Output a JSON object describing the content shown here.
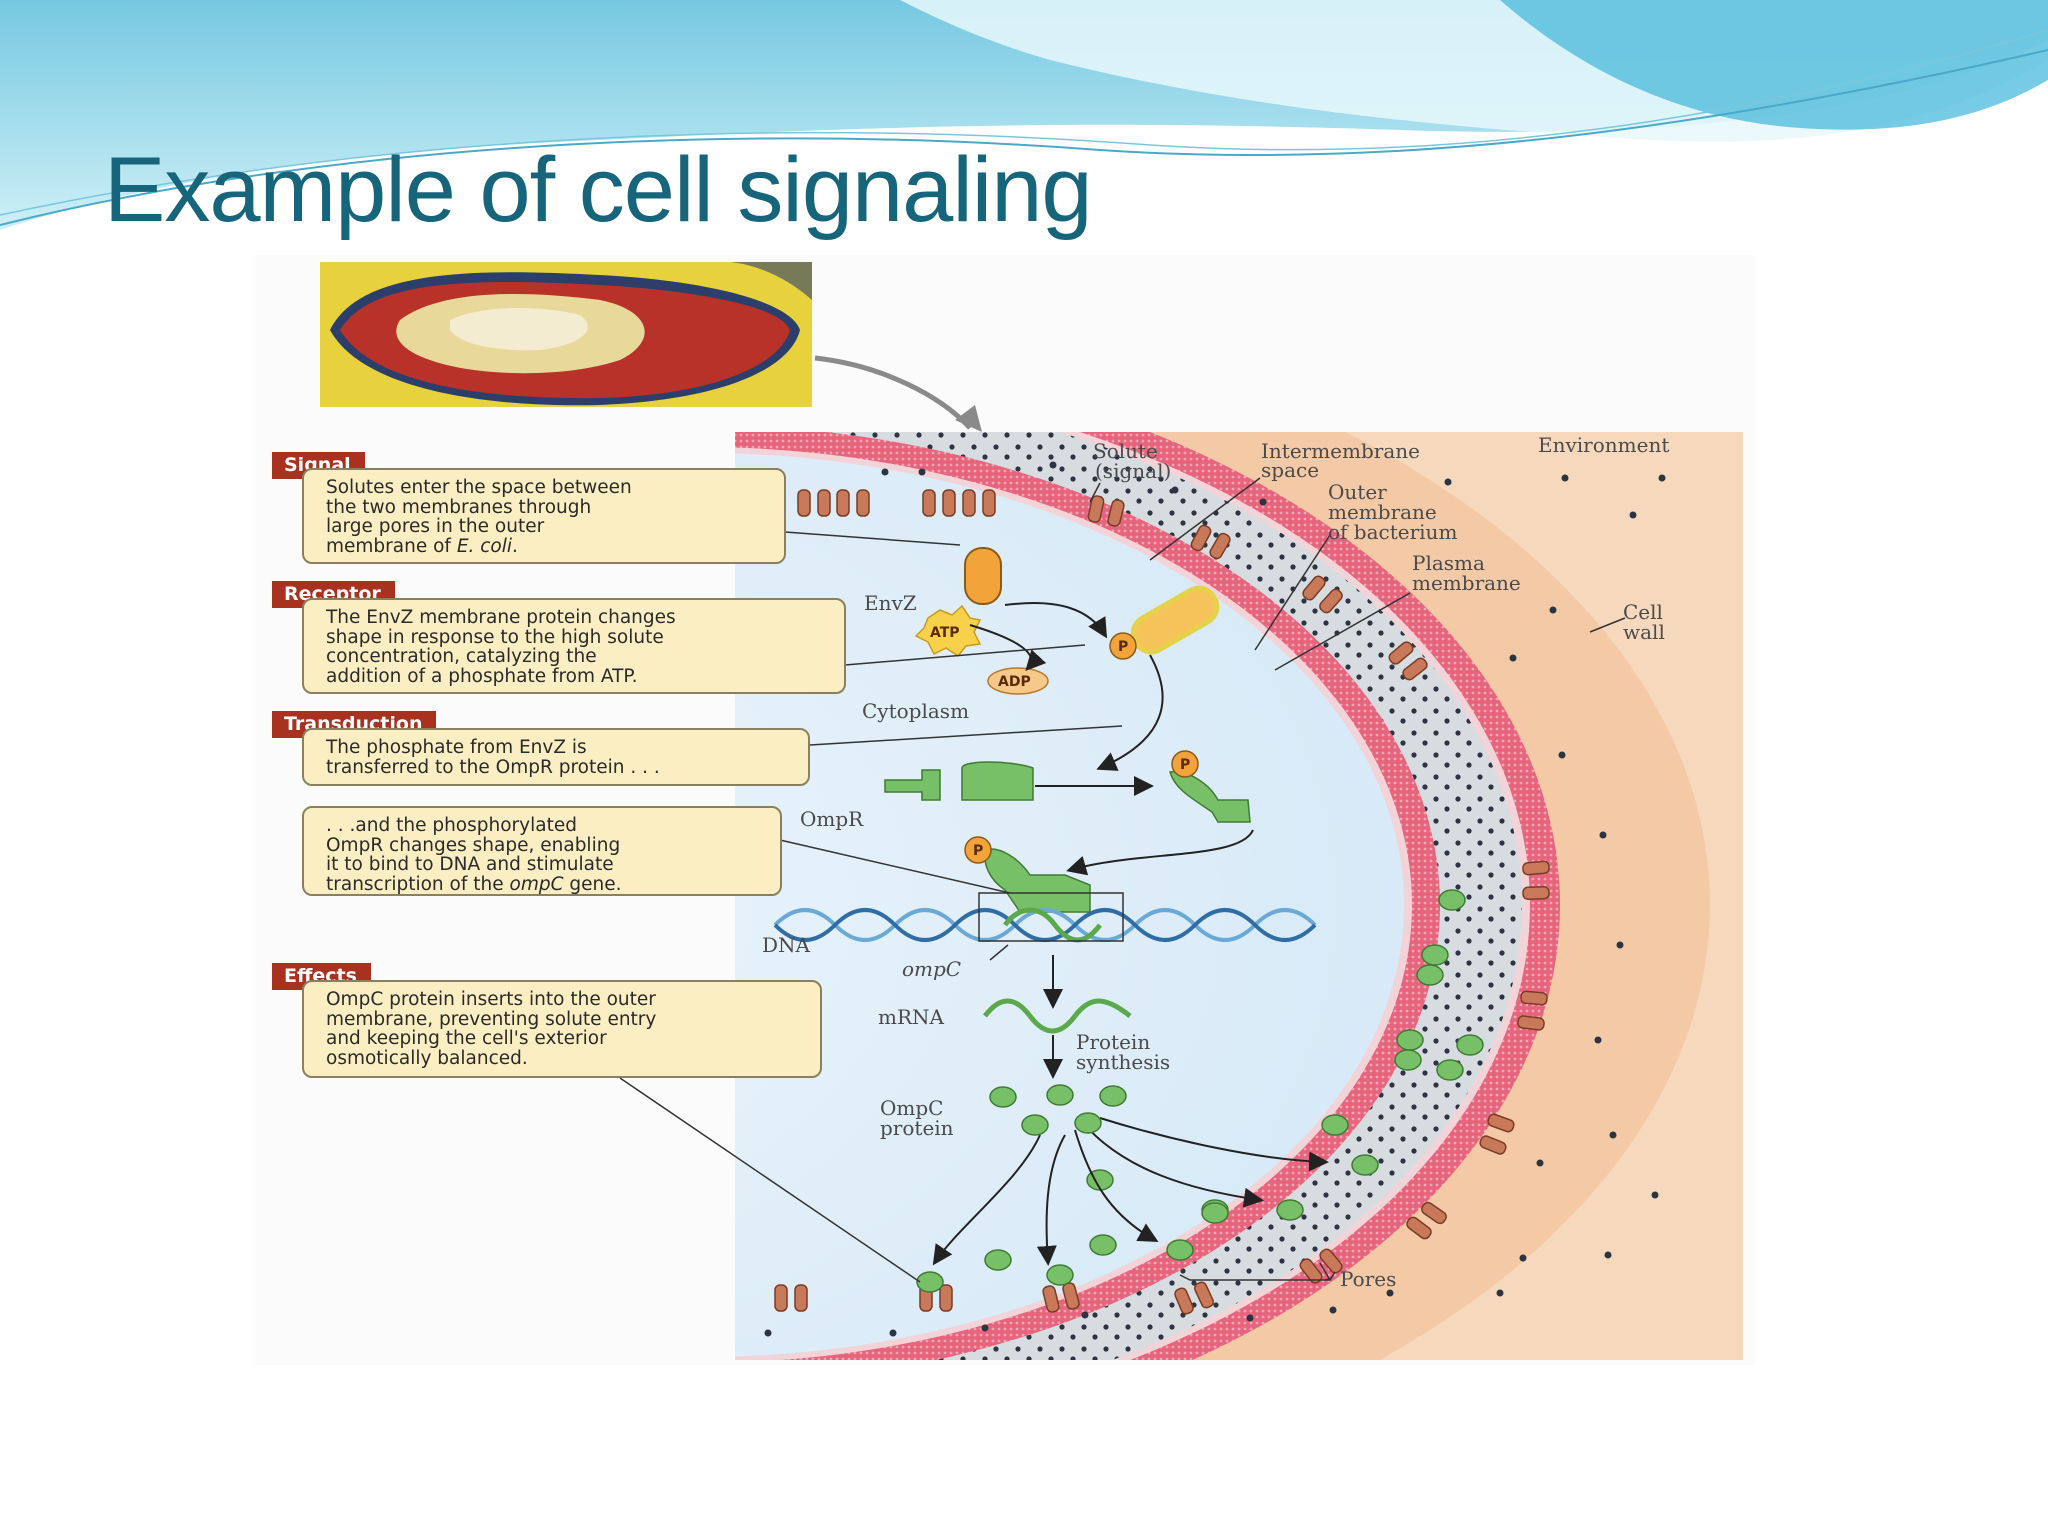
{
  "slide": {
    "title": "Example of cell signaling"
  },
  "diagram": {
    "steps": [
      {
        "tag": "Signal",
        "lines": [
          "Solutes enter the space between",
          "the two membranes through",
          "large pores in the outer",
          "membrane of ",
          "E. coli",
          "."
        ]
      },
      {
        "tag": "Receptor",
        "lines": [
          "The EnvZ membrane protein changes",
          "shape in response to the high solute",
          "concentration, catalyzing the",
          "addition of a phosphate from ATP."
        ]
      },
      {
        "tag": "Transduction",
        "lines": [
          "The phosphate from EnvZ is",
          "transferred to the OmpR protein . . ."
        ]
      },
      {
        "tag": "",
        "lines": [
          ". . .and the phosphorylated",
          "OmpR changes shape, enabling",
          "it to bind to DNA and stimulate",
          "transcription of the ",
          "ompC",
          " gene."
        ]
      },
      {
        "tag": "Effects",
        "lines": [
          "OmpC protein inserts into the outer",
          "membrane, preventing solute entry",
          "and keeping the cell's exterior",
          "osmotically balanced."
        ]
      }
    ],
    "labels": {
      "solute_1": "Solute",
      "solute_2": "(signal)",
      "intermembrane_1": "Intermembrane",
      "intermembrane_2": "space",
      "environment": "Environment",
      "outer_1": "Outer",
      "outer_2": "membrane",
      "outer_3": "of bacterium",
      "plasma_1": "Plasma",
      "plasma_2": "membrane",
      "cellwall_1": "Cell",
      "cellwall_2": "wall",
      "envz": "EnvZ",
      "atp": "ATP",
      "adp": "ADP",
      "phosphate": "P",
      "cytoplasm": "Cytoplasm",
      "ompr": "OmpR",
      "dna": "DNA",
      "ompc_gene": "ompC",
      "mrna": "mRNA",
      "protein_synthesis_1": "Protein",
      "protein_synthesis_2": "synthesis",
      "ompc_protein_1": "OmpC",
      "ompc_protein_2": "protein",
      "pores": "Pores"
    },
    "colors": {
      "title": "#17657a",
      "tag": "#a8321f",
      "callout_bg": "#fbeec2",
      "environment_bg": "#f6d9bd",
      "cytoplasm": "#dfeef8",
      "membrane_pink": "#e7647d",
      "protein_green": "#78c068",
      "phosphate": "#f2a33a"
    }
  }
}
